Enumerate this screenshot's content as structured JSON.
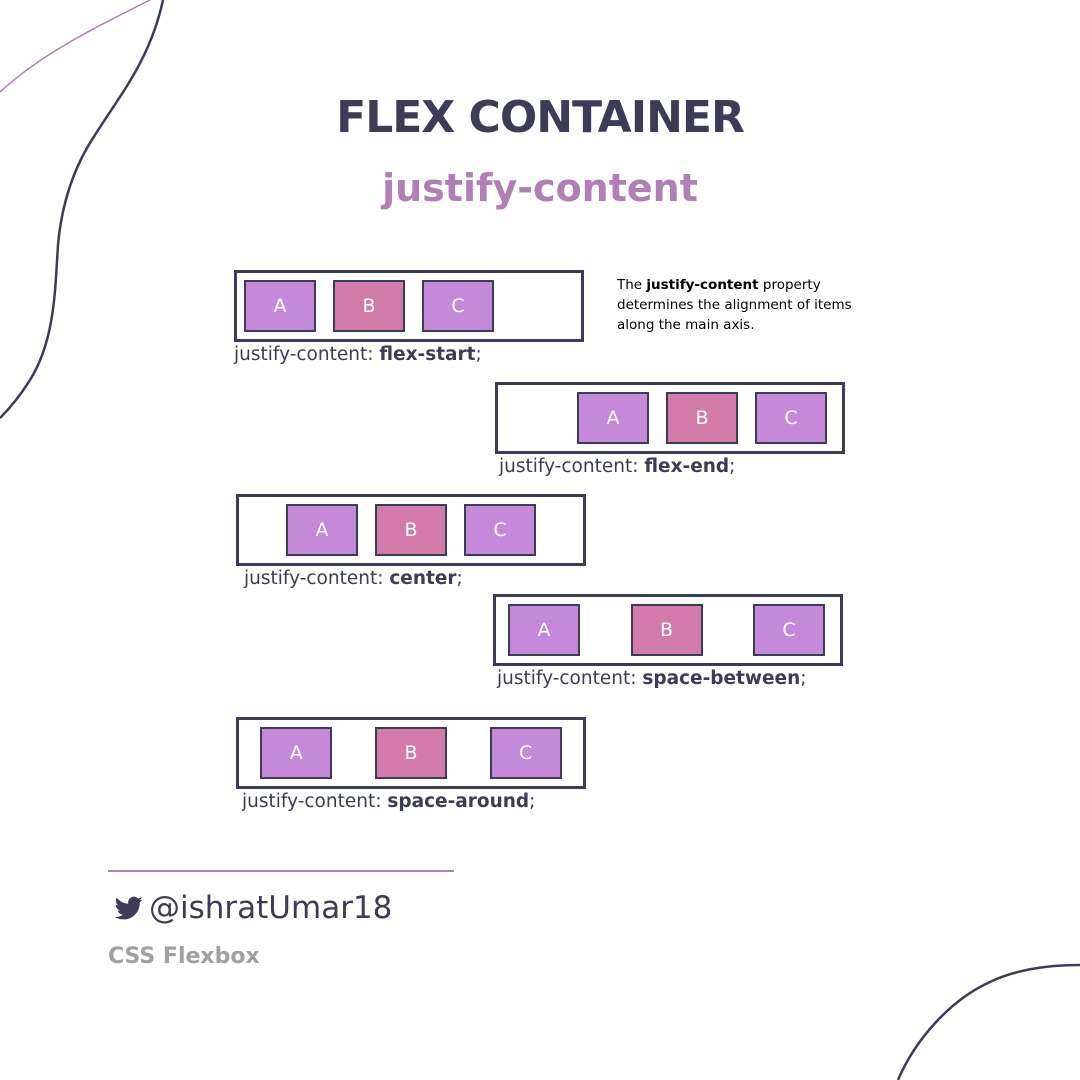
{
  "title": "FLEX CONTAINER",
  "subtitle": "justify-content",
  "description": {
    "before": "The ",
    "bold": "justify-content",
    "after": " property determines the alignment of items along the main axis."
  },
  "demos": [
    {
      "id": "flex-start",
      "justify": "flex-start",
      "items": [
        "A",
        "B",
        "C"
      ],
      "prefix": "justify-content: ",
      "value": "flex-start",
      "suffix": ";"
    },
    {
      "id": "flex-end",
      "justify": "flex-end",
      "items": [
        "A",
        "B",
        "C"
      ],
      "prefix": "justify-content: ",
      "value": "flex-end",
      "suffix": ";"
    },
    {
      "id": "center",
      "justify": "center",
      "items": [
        "A",
        "B",
        "C"
      ],
      "prefix": "justify-content: ",
      "value": "center",
      "suffix": ";"
    },
    {
      "id": "space-between",
      "justify": "space-between",
      "items": [
        "A",
        "B",
        "C"
      ],
      "prefix": "justify-content: ",
      "value": "space-between",
      "suffix": ";"
    },
    {
      "id": "space-around",
      "justify": "space-around",
      "items": [
        "A",
        "B",
        "C"
      ],
      "prefix": "justify-content: ",
      "value": "space-around",
      "suffix": ";"
    }
  ],
  "footer": {
    "icon": "twitter-bird-icon",
    "handle": "@ishratUmar18",
    "subtitle": "CSS Flexbox"
  },
  "colors": {
    "text_dark": "#3a3d55",
    "accent_purple": "#b07fb5",
    "item_lavender": "#c48ad9",
    "item_pink": "#d27bab",
    "muted_gray": "#a0a0a0",
    "divider": "#a88aa6"
  }
}
